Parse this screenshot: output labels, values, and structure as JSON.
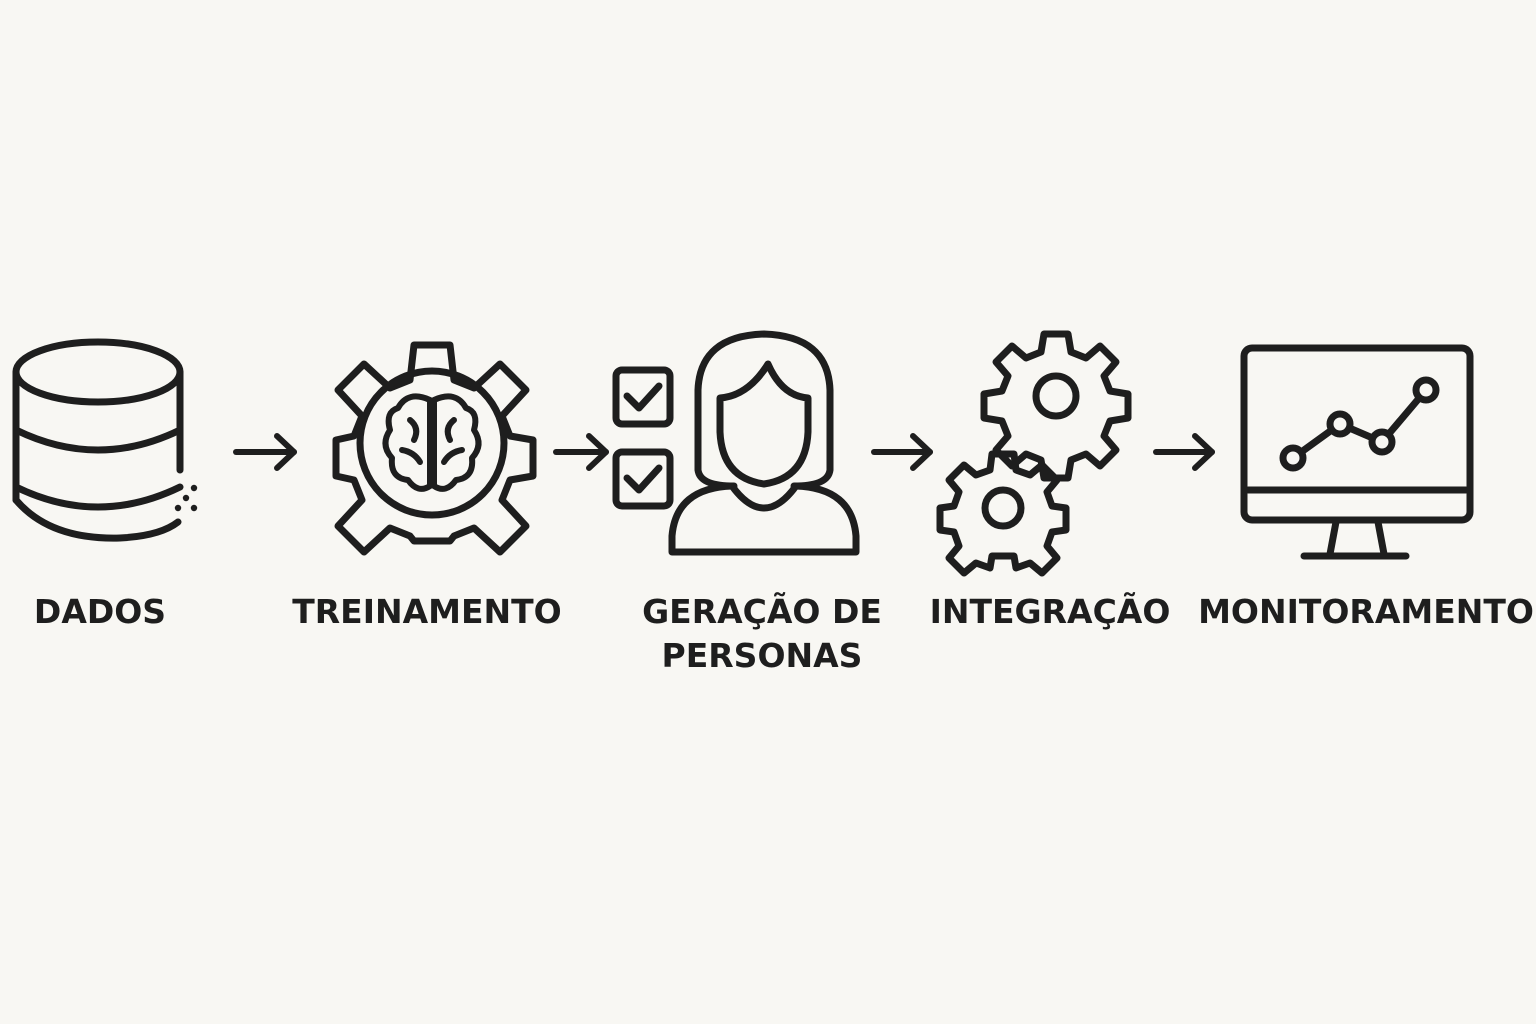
{
  "steps": [
    {
      "id": "dados",
      "label_lines": [
        "DADOS"
      ],
      "icon": "database-icon"
    },
    {
      "id": "treinamento",
      "label_lines": [
        "TREINAMENTO"
      ],
      "icon": "gear-brain-icon"
    },
    {
      "id": "geracao-personas",
      "label_lines": [
        "GERAÇÃO DE",
        "PERSONAS"
      ],
      "icon": "persona-checklist-icon"
    },
    {
      "id": "integracao",
      "label_lines": [
        "INTEGRAÇÃO"
      ],
      "icon": "gears-icon"
    },
    {
      "id": "monitoramento",
      "label_lines": [
        "MONITORAMENTO"
      ],
      "icon": "monitor-chart-icon"
    }
  ],
  "connectors": [
    "arrow-right-icon",
    "arrow-right-icon",
    "arrow-right-icon",
    "arrow-right-icon"
  ],
  "colors": {
    "background": "#f8f7f3",
    "ink": "#1e1e1e"
  }
}
